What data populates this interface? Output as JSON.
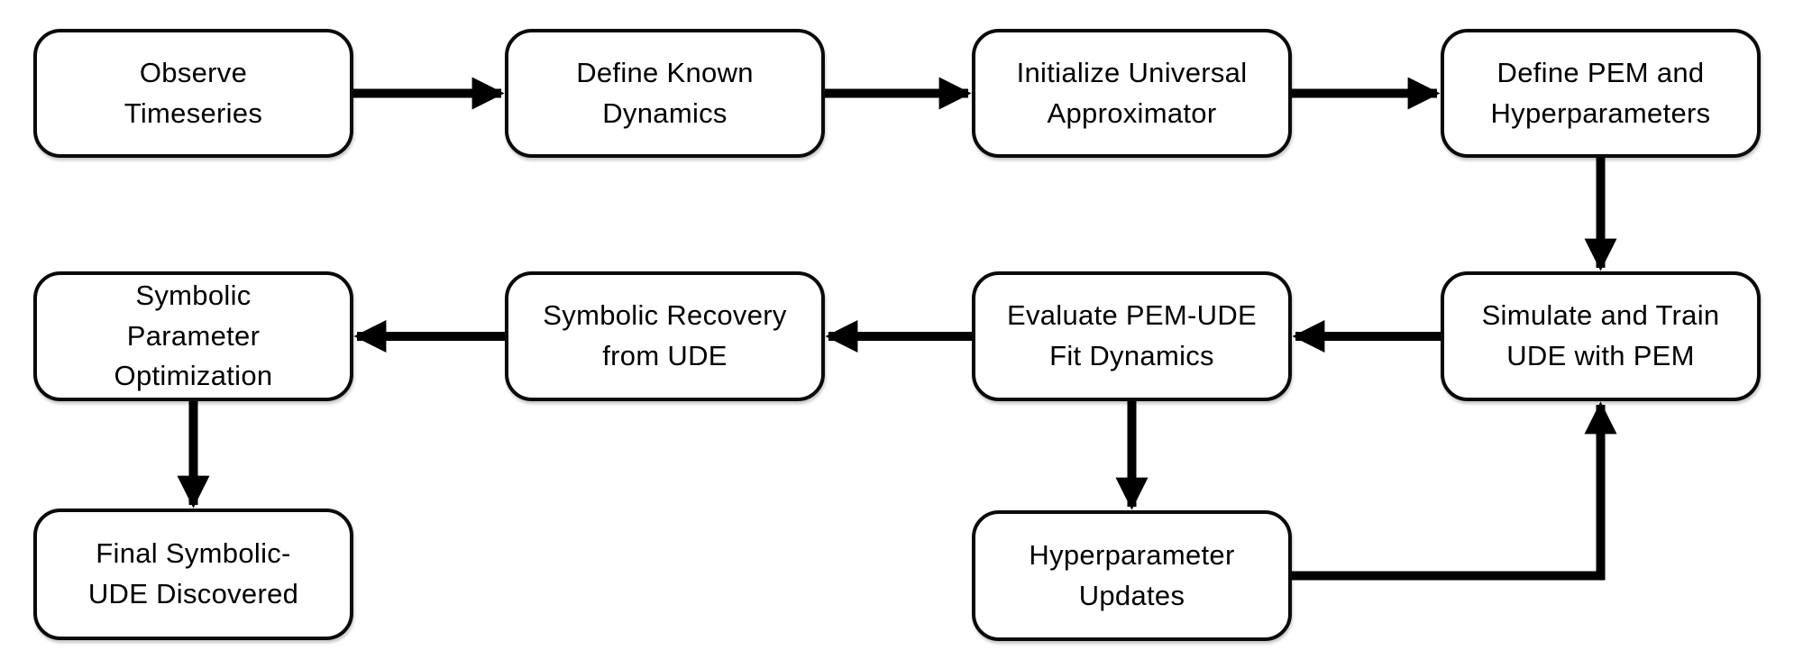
{
  "colors": {
    "background": "#ffffff",
    "node_fill": "#ffffff",
    "node_border": "#0a0a0a",
    "text": "#000000",
    "arrow": "#000000"
  },
  "diagram": {
    "nodes": [
      {
        "id": "observe-timeseries",
        "label": "Observe\nTimeseries"
      },
      {
        "id": "define-known-dynamics",
        "label": "Define Known\nDynamics"
      },
      {
        "id": "initialize-universal-approximator",
        "label": "Initialize Universal\nApproximator"
      },
      {
        "id": "define-pem-and-hyperparameters",
        "label": "Define PEM and\nHyperparameters"
      },
      {
        "id": "simulate-and-train-ude-with-pem",
        "label": "Simulate and Train\nUDE with PEM"
      },
      {
        "id": "evaluate-pem-ude-fit-dynamics",
        "label": "Evaluate PEM-UDE\nFit Dynamics"
      },
      {
        "id": "symbolic-recovery-from-ude",
        "label": "Symbolic Recovery\nfrom UDE"
      },
      {
        "id": "symbolic-parameter-optimization",
        "label": "Symbolic\nParameter\nOptimization"
      },
      {
        "id": "final-symbolic-ude-discovered",
        "label": "Final Symbolic-\nUDE Discovered"
      },
      {
        "id": "hyperparameter-updates",
        "label": "Hyperparameter\nUpdates"
      }
    ],
    "edges": [
      {
        "from": "observe-timeseries",
        "to": "define-known-dynamics"
      },
      {
        "from": "define-known-dynamics",
        "to": "initialize-universal-approximator"
      },
      {
        "from": "initialize-universal-approximator",
        "to": "define-pem-and-hyperparameters"
      },
      {
        "from": "define-pem-and-hyperparameters",
        "to": "simulate-and-train-ude-with-pem"
      },
      {
        "from": "simulate-and-train-ude-with-pem",
        "to": "evaluate-pem-ude-fit-dynamics"
      },
      {
        "from": "evaluate-pem-ude-fit-dynamics",
        "to": "symbolic-recovery-from-ude"
      },
      {
        "from": "symbolic-recovery-from-ude",
        "to": "symbolic-parameter-optimization"
      },
      {
        "from": "symbolic-parameter-optimization",
        "to": "final-symbolic-ude-discovered"
      },
      {
        "from": "evaluate-pem-ude-fit-dynamics",
        "to": "hyperparameter-updates"
      },
      {
        "from": "hyperparameter-updates",
        "to": "simulate-and-train-ude-with-pem"
      }
    ]
  }
}
